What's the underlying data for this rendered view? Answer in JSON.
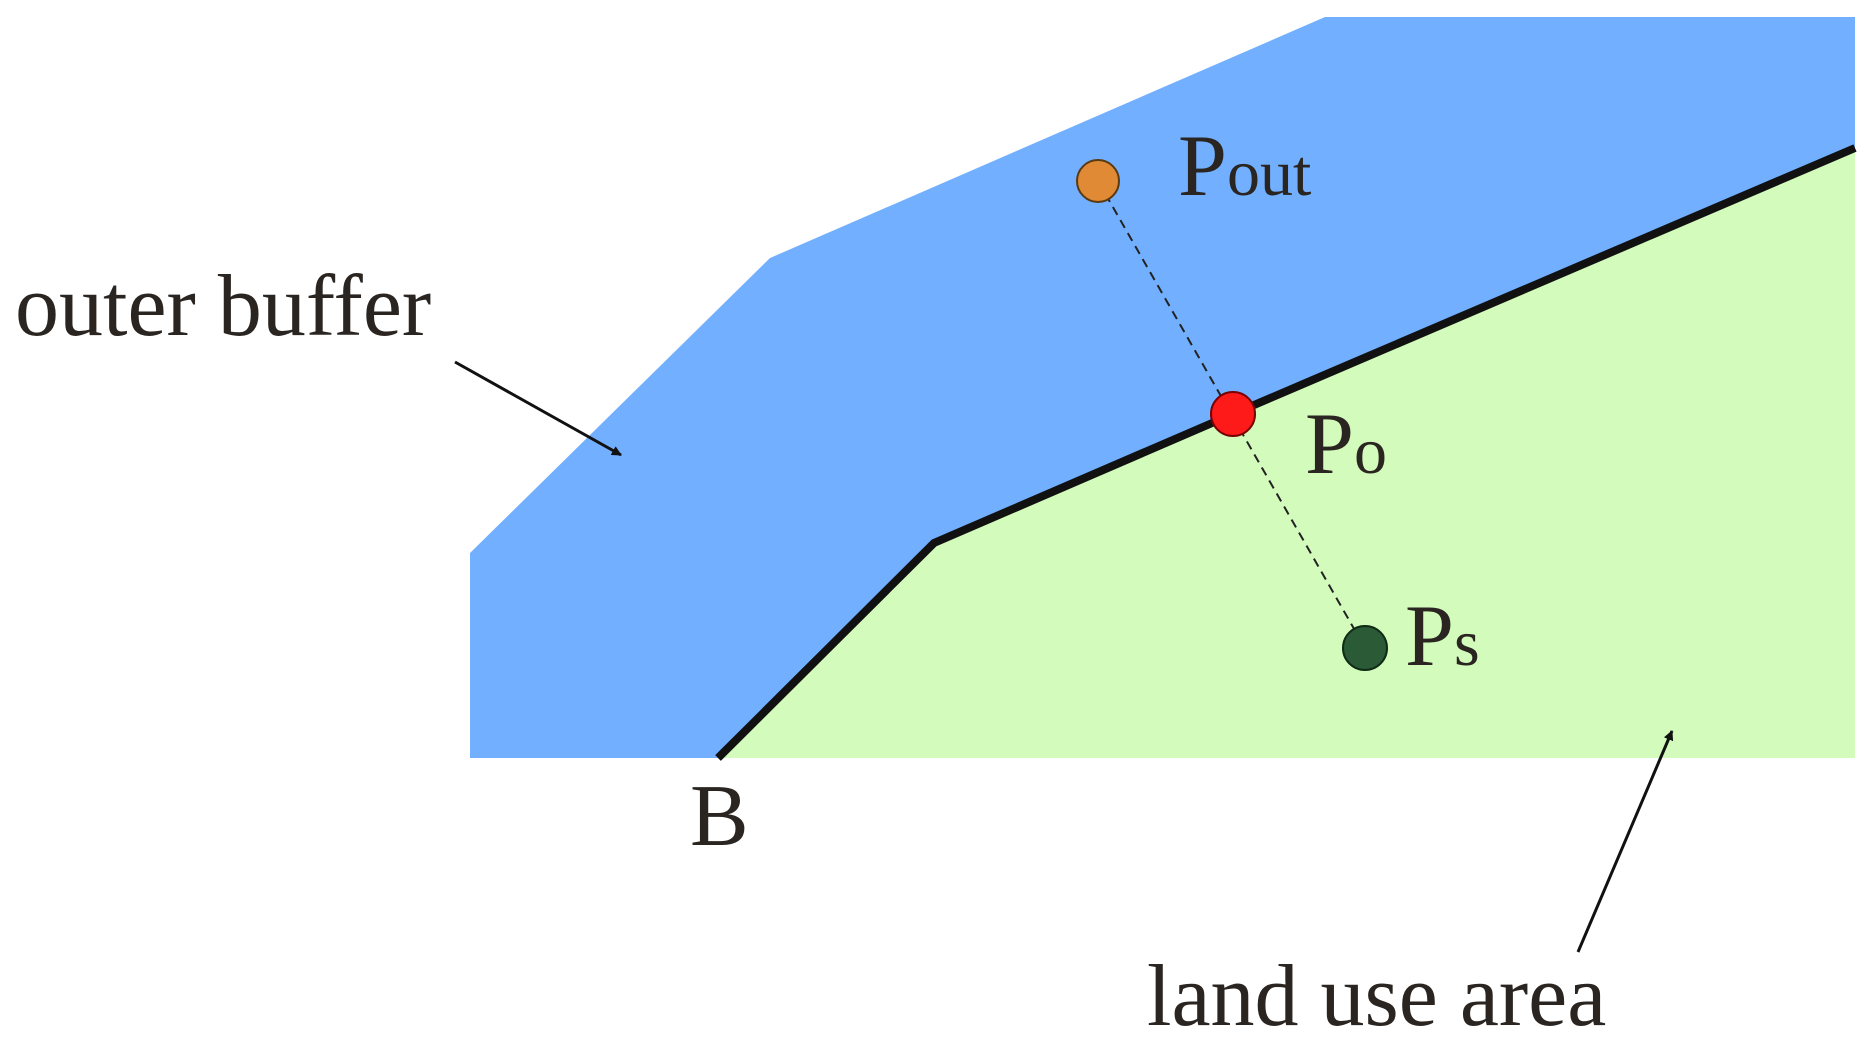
{
  "labels": {
    "outer_buffer": "outer buffer",
    "land_use_area": "land use area",
    "boundary": "B",
    "p_out": {
      "base": "P",
      "sub": "out"
    },
    "p_o": {
      "base": "P",
      "sub": "o"
    },
    "p_s": {
      "base": "P",
      "sub": "s"
    }
  },
  "colors": {
    "outer_buffer_fill": "#72b0ff",
    "land_use_fill": "#d2fbbc",
    "boundary_line": "#111111",
    "p_out_point": "#e08a35",
    "p_o_point": "#ff1a1a",
    "p_s_point": "#2b5a36",
    "connector": "#222222"
  }
}
